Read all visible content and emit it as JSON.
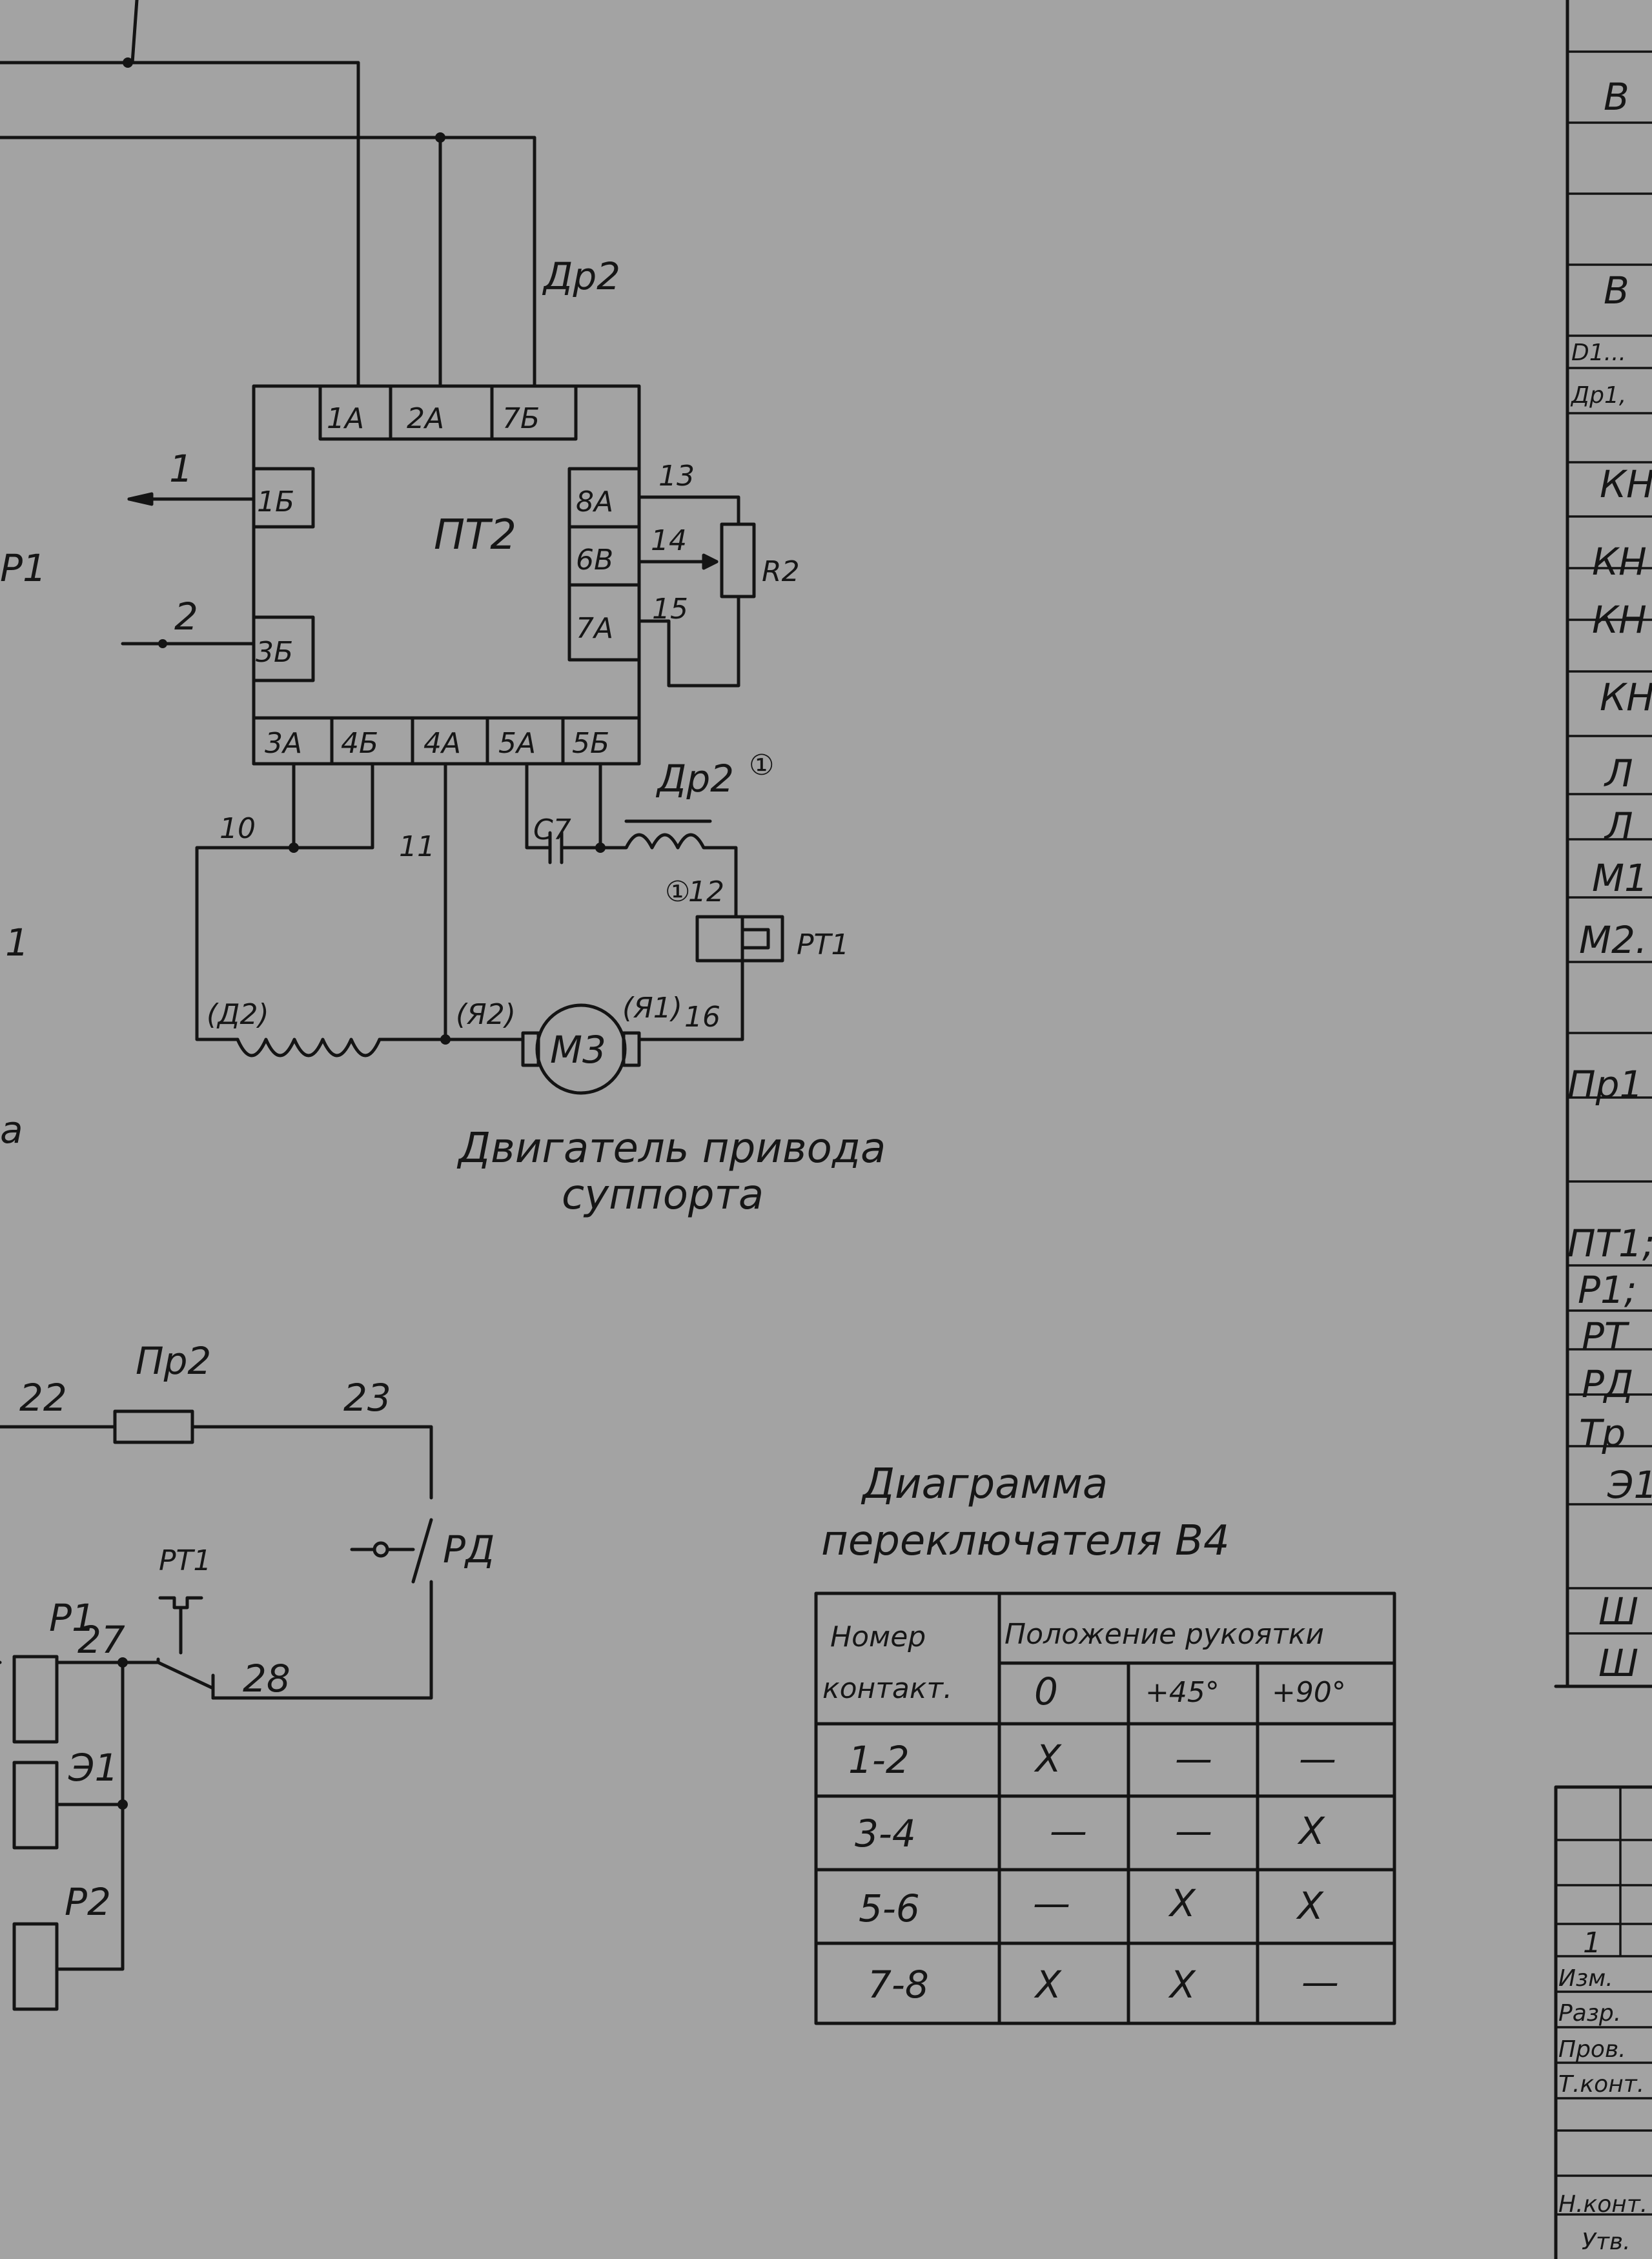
{
  "motor_block": {
    "name": "ПТ2",
    "top_terminals": [
      "1А",
      "2А",
      "7Б"
    ],
    "left_terminals": [
      "1Б",
      "3Б"
    ],
    "right_terminals": [
      "8А",
      "6В",
      "7А"
    ],
    "bottom_terminals": [
      "3А",
      "4Б",
      "4А",
      "5А",
      "5Б"
    ]
  },
  "wires": {
    "input_1": "1",
    "input_2": "2",
    "w10": "10",
    "w11": "11",
    "w12": "12",
    "w13": "13",
    "w14": "14",
    "w15": "15",
    "w16": "16",
    "w22": "22",
    "w23": "23",
    "w27": "27",
    "w28": "28"
  },
  "components": {
    "choke_top": "Др2",
    "choke_bottom": "Др2",
    "choke_bottom_mark": "①",
    "relay_mark": "①",
    "resistor": "R2",
    "capacitor": "С7",
    "thermal_relay": "РТ1",
    "field_winding": "(Д2)",
    "armature_left": "(Я2)",
    "armature_right": "(Я1)",
    "motor": "М3",
    "fuse": "Пр2",
    "pressure_relay": "РД",
    "contact_rt1": "РТ1",
    "coil_p1": "Р1",
    "coil_e1": "Э1",
    "coil_p2": "Р2"
  },
  "caption": {
    "line1": "Двигатель привода",
    "line2": "суппорта"
  },
  "switch_table": {
    "title_line1": "Диаграмма",
    "title_line2": "переключателя В4",
    "col_contact": [
      "Номер",
      "контакт."
    ],
    "col_position": "Положение рукоятки",
    "positions": [
      "0",
      "+45°",
      "+90°"
    ],
    "rows": [
      {
        "contact": "1-2",
        "values": [
          "X",
          "—",
          "—"
        ]
      },
      {
        "contact": "3-4",
        "values": [
          "—",
          "—",
          "X"
        ]
      },
      {
        "contact": "5-6",
        "values": [
          "—",
          "X",
          "X"
        ]
      },
      {
        "contact": "7-8",
        "values": [
          "X",
          "X",
          "—"
        ]
      }
    ]
  },
  "left_edge_fragments": [
    "Р1",
    "1",
    "а"
  ],
  "right_list": [
    "В",
    "В",
    "D1...",
    "Др1,",
    "КН",
    "КН",
    "КН",
    "КН",
    "Л",
    "Л",
    "М1",
    "М2.",
    "Пр1",
    "ПТ1;",
    "Р1;",
    "РТ",
    "РД",
    "Тр",
    "Э1",
    "Ш",
    "Ш"
  ],
  "stamp": [
    "1",
    "Изм.",
    "Разр.",
    "Пров.",
    "Т.конт.",
    "Н.конт.",
    "Утв."
  ]
}
